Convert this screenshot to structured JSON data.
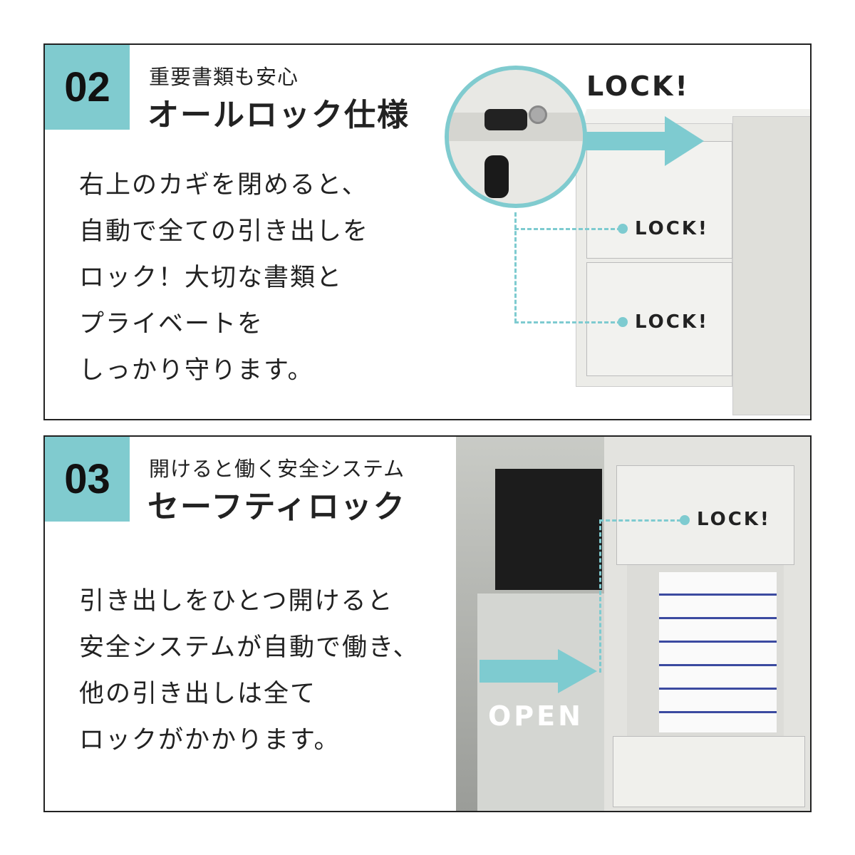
{
  "section1": {
    "number": "02",
    "subtitle": "重要書類も安心",
    "title": "オールロック仕様",
    "body": [
      "右上のカギを閉めると、",
      "自動で全ての引き出しを",
      "ロック！大切な書類と",
      "プライベートを",
      "しっかり守ります。"
    ],
    "lock_main": "LOCK!",
    "lock_drawer1": "LOCK!",
    "lock_drawer2": "LOCK!"
  },
  "section2": {
    "number": "03",
    "subtitle": "開けると働く安全システム",
    "title": "セーフティロック",
    "body": [
      "引き出しをひとつ開けると",
      "安全システムが自動で働き、",
      "他の引き出しは全て",
      "ロックがかかります。"
    ],
    "lock_label": "LOCK!",
    "open_label": "OPEN"
  },
  "colors": {
    "accent": "#80cbcf",
    "border": "#222222"
  }
}
